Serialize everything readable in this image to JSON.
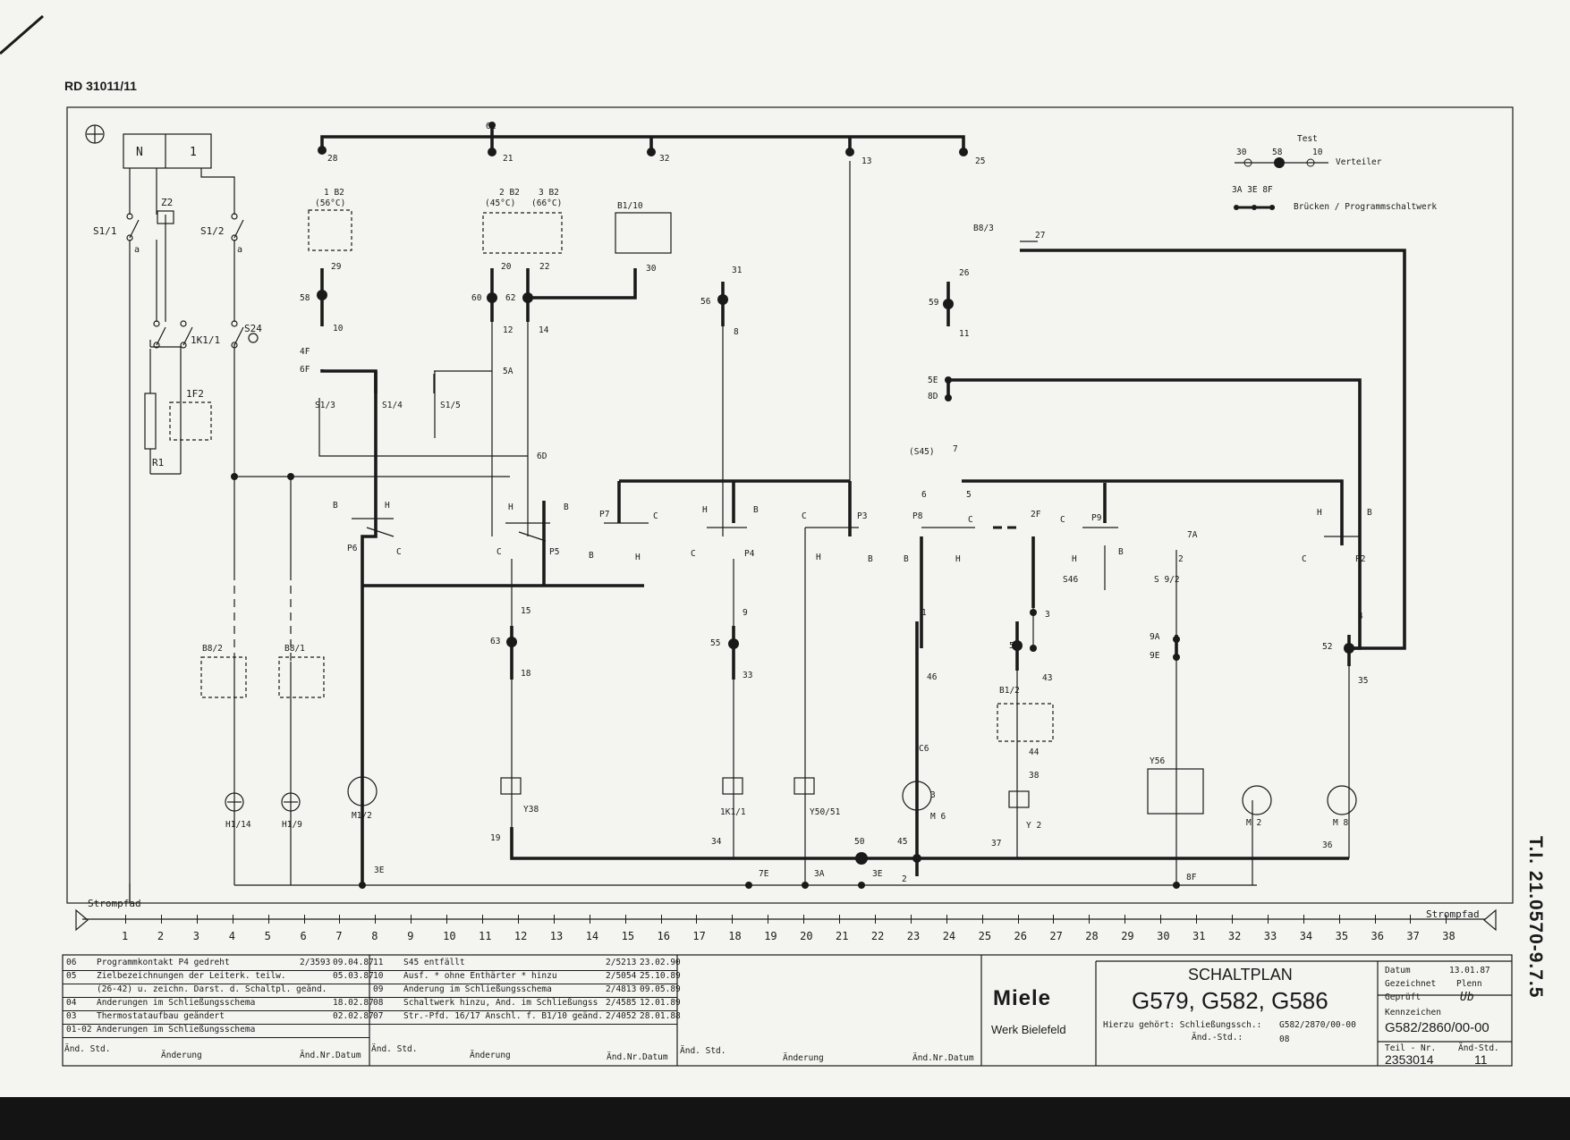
{
  "doc_id": "RD 31011/11",
  "side_number": "T.I. 21.0570-9.7.5",
  "legend": {
    "test": "Test",
    "verteiler_nums": [
      "30",
      "58",
      "10"
    ],
    "verteiler": "Verteiler",
    "brucken_nums": "3A 3E 8F",
    "brucken": "Brücken / Programmschaltwerk"
  },
  "strompfad_label": "Strompfad",
  "strompfad_numbers": [
    "1",
    "2",
    "3",
    "4",
    "5",
    "6",
    "7",
    "8",
    "9",
    "10",
    "11",
    "12",
    "13",
    "14",
    "15",
    "16",
    "17",
    "18",
    "19",
    "20",
    "21",
    "22",
    "23",
    "24",
    "25",
    "26",
    "27",
    "28",
    "29",
    "30",
    "31",
    "32",
    "33",
    "34",
    "35",
    "36",
    "37",
    "38"
  ],
  "components": {
    "N": "N",
    "one": "1",
    "Z2": "Z2",
    "S1_1": "S1/1",
    "S1_2": "S1/2",
    "a": "a",
    "S24": "S24",
    "K1_1": "1K1/1",
    "F2": "1F2",
    "R1": "R1",
    "B2_1": "1 B2",
    "B2_1t": "(56°C)",
    "B2_2": "2 B2",
    "B2_2t": "(45°C)",
    "B2_3": "3 B2",
    "B2_3t": "(66°C)",
    "B1_10": "B1/10",
    "B8_3": "B8/3",
    "S1_3": "S1/3",
    "S1_4": "S1/4",
    "S1_5": "S1/5",
    "S45": "(S45)",
    "P6": "P6",
    "P5": "P5",
    "P7": "P7",
    "P4": "P4",
    "P3": "P3",
    "P8": "P8",
    "P9": "P9",
    "P2": "P2",
    "S46": "S46",
    "S9_2": "S 9/2",
    "B8_2": "B8/2",
    "B8_1": "B8/1",
    "H1_14": "H1/14",
    "H1_9": "H1/9",
    "M1_2": "M1/2",
    "Y38": "Y38",
    "K1_1b": "1K1/1",
    "Y50_51": "Y50/51",
    "M6": "M 6",
    "C6": "C6",
    "B1_2": "B1/2",
    "Y2": "Y 2",
    "Y56": "Y56",
    "M2": "M 2",
    "M8": "M 8"
  },
  "title_block": {
    "rev_left": [
      {
        "idx": "06",
        "text": "Programmkontakt P4 gedreht",
        "nr": "2/3593",
        "date": "09.04.87"
      },
      {
        "idx": "05",
        "text": "Zielbezeichnungen der Leiterk. teilw.",
        "nr": "",
        "date": "05.03.87"
      },
      {
        "idx": "",
        "text": "(26-42) u. zeichn. Darst. d. Schaltpl. geänd.",
        "nr": "",
        "date": ""
      },
      {
        "idx": "04",
        "text": "Änderungen im Schließungsschema",
        "nr": "",
        "date": "18.02.87"
      },
      {
        "idx": "03",
        "text": "Thermostataufbau geändert",
        "nr": "",
        "date": "02.02.87"
      },
      {
        "idx": "01-02",
        "text": "Änderungen im Schließungsschema",
        "nr": "",
        "date": ""
      }
    ],
    "rev_mid": [
      {
        "idx": "11",
        "text": "S45 entfällt",
        "nr": "2/5213",
        "date": "23.02.90"
      },
      {
        "idx": "10",
        "text": "Ausf. * ohne Enthärter * hinzu",
        "nr": "2/5054",
        "date": "25.10.89"
      },
      {
        "idx": "09",
        "text": "Änderung im Schließungsschema",
        "nr": "2/4813",
        "date": "09.05.89"
      },
      {
        "idx": "08",
        "text": "Schaltwerk hinzu, Änd. im Schließungss",
        "nr": "2/4585",
        "date": "12.01.89"
      },
      {
        "idx": "07",
        "text": "Str.-Pfd. 16/17 Anschl. f. B1/10 geänd.",
        "nr": "2/4052",
        "date": "28.01.88"
      }
    ],
    "col_and_std": "Änd. Std.",
    "col_anderung": "Änderung",
    "col_and_nr": "Änd.Nr.",
    "col_datum": "Datum",
    "brand": "Miele",
    "werk": "Werk Bielefeld",
    "title": "SCHALTPLAN",
    "models": "G579,  G582,  G586",
    "hierzu": "Hierzu gehört: Schließungssch.:",
    "hierzu_val": "G582/2870/00-00",
    "and_std_lbl": "Änd.-Std.:",
    "and_std_val": "08",
    "datum_lbl": "Datum",
    "datum_val": "13.01.87",
    "gezeichnet_lbl": "Gezeichnet",
    "gezeichnet_val": "Plenn",
    "gepruft_lbl": "Geprüft",
    "gepruft_val": "Ub",
    "kennzeichen_lbl": "Kennzeichen",
    "kennzeichen_val": "G582/2860/00-00",
    "teil_lbl": "Teil - Nr.",
    "teil_val": "2353014",
    "anstd_lbl": "Änd-Std.",
    "anstd_val": "11"
  }
}
